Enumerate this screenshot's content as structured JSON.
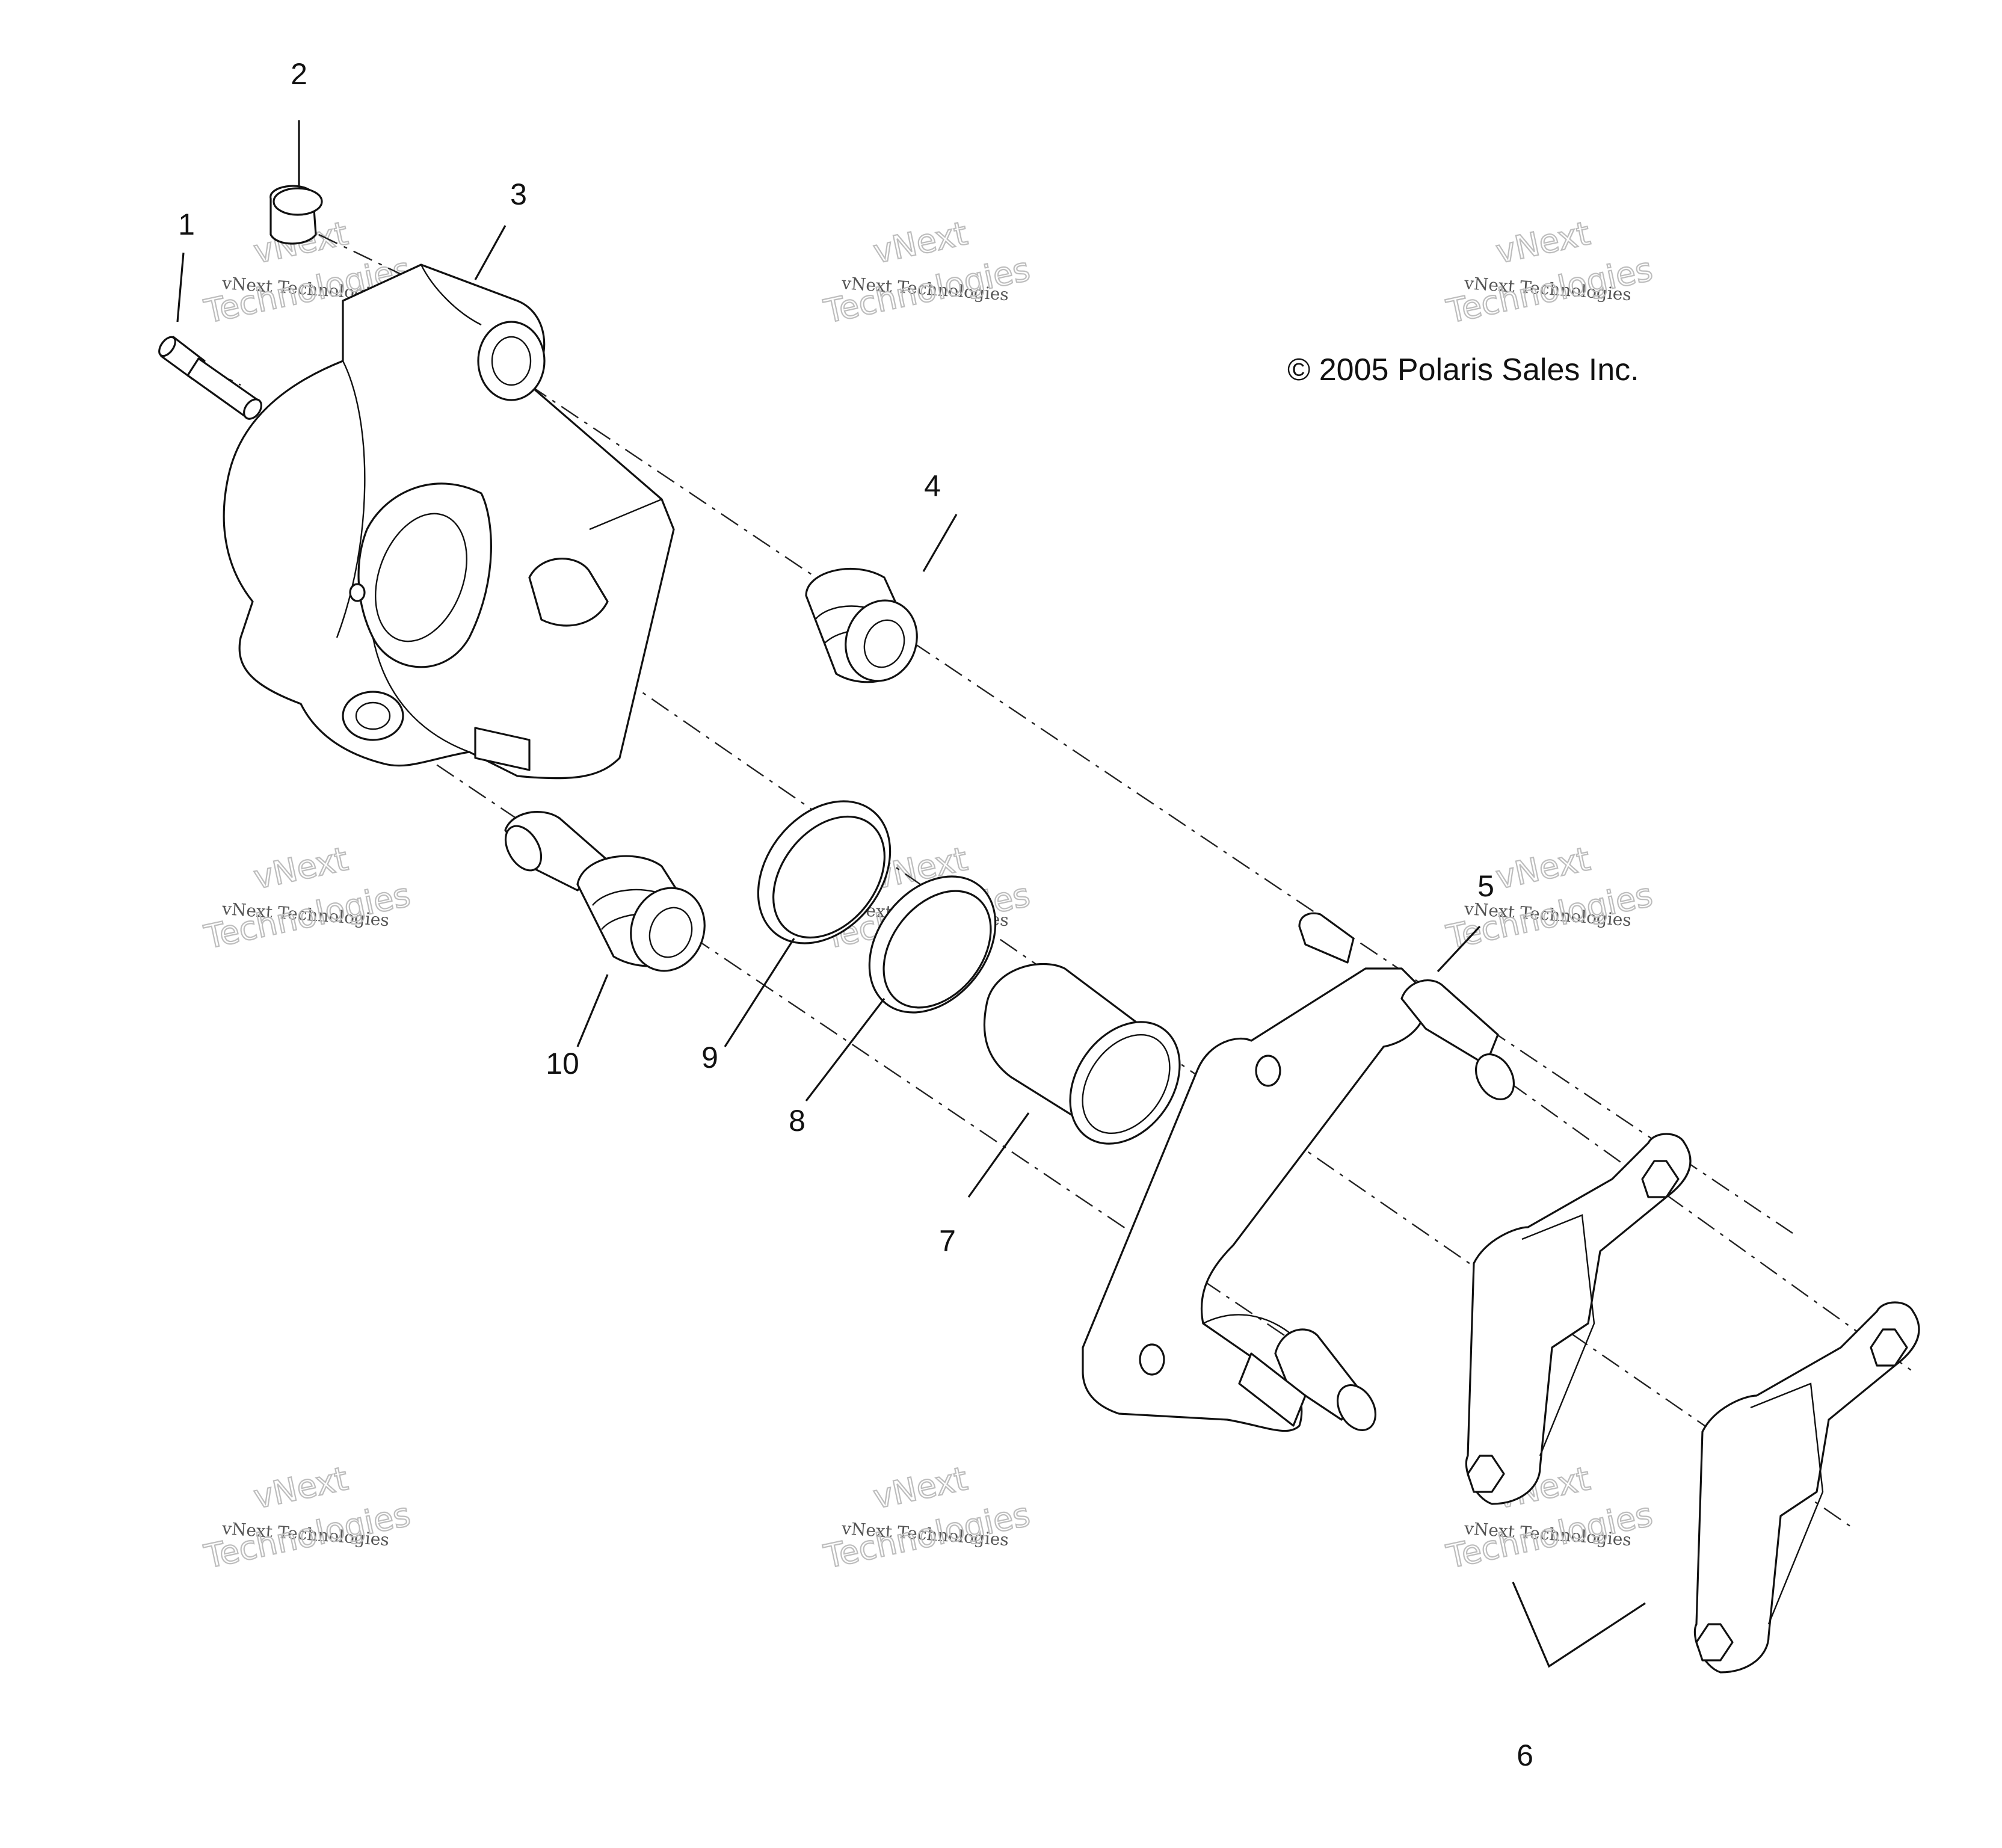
{
  "copyright": "© 2005 Polaris Sales Inc.",
  "callouts": [
    "1",
    "2",
    "3",
    "4",
    "5",
    "6",
    "7",
    "8",
    "9",
    "10"
  ],
  "watermark": {
    "line1": "vNext",
    "line2": "vNext Technologies",
    "line3": "Technologies"
  }
}
